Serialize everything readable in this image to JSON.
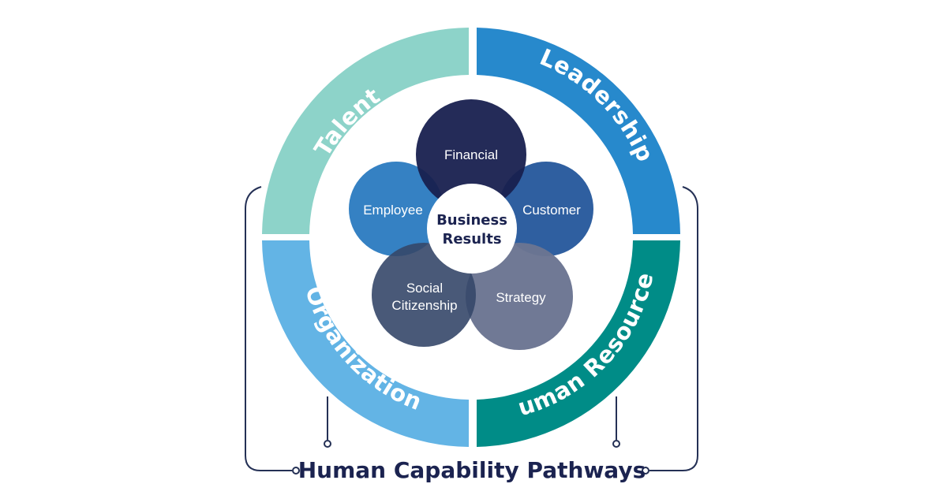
{
  "ring": {
    "talent": "Talent",
    "leadership": "Leadership",
    "organization": "Organization",
    "human_resources": "Human Resources"
  },
  "circles": {
    "financial": "Financial",
    "employee": "Employee",
    "customer": "Customer",
    "social_line1": "Social",
    "social_line2": "Citizenship",
    "strategy": "Strategy"
  },
  "center": {
    "line1": "Business",
    "line2": "Results"
  },
  "footer": {
    "title": "Human Capability Pathways"
  },
  "colors": {
    "talent": "#8dd3c9",
    "leadership": "#2789cc",
    "organization": "#63b4e5",
    "human_resources": "#008c87",
    "financial": "#18204f",
    "employee": "#2d7cc1",
    "customer": "#26589c",
    "social": "#354769",
    "strategy": "#6b7592",
    "text_dark": "#1b2350",
    "connector": "#243055"
  }
}
